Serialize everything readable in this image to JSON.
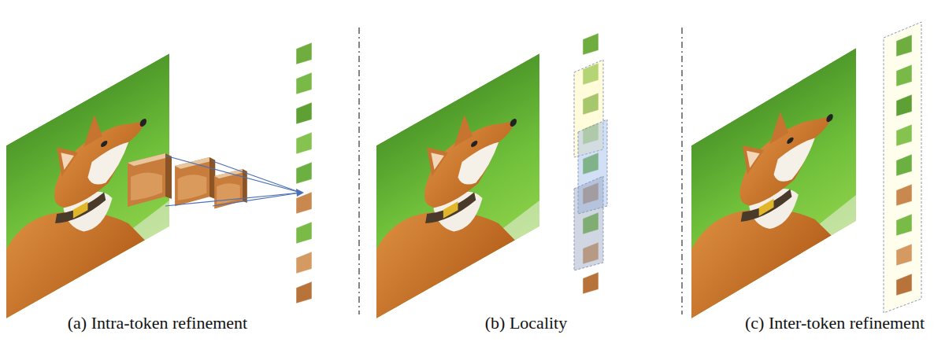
{
  "diagram": {
    "labels": [
      "(a) Intra-token refinement",
      "(b) Locality",
      "(c) Inter-token refinement"
    ]
  }
}
